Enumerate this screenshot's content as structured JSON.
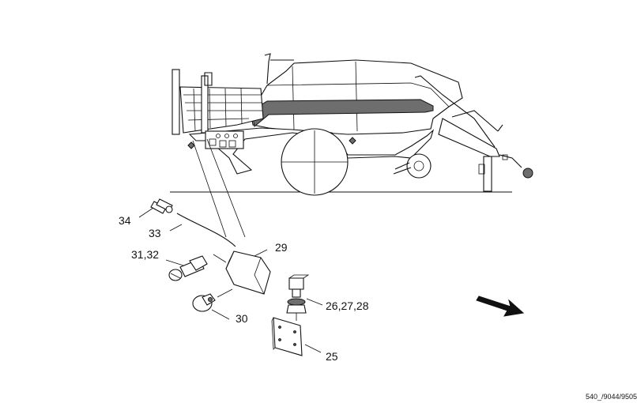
{
  "callouts": [
    {
      "id": "34",
      "text": "34"
    },
    {
      "id": "33",
      "text": "33"
    },
    {
      "id": "31_32",
      "text": "31,32"
    },
    {
      "id": "29",
      "text": "29"
    },
    {
      "id": "30",
      "text": "30"
    },
    {
      "id": "26_27_28",
      "text": "26,27,28"
    },
    {
      "id": "25",
      "text": "25"
    }
  ],
  "reference_code": "540_/9044/9505",
  "direction_icon": "arrow-down-right-icon"
}
